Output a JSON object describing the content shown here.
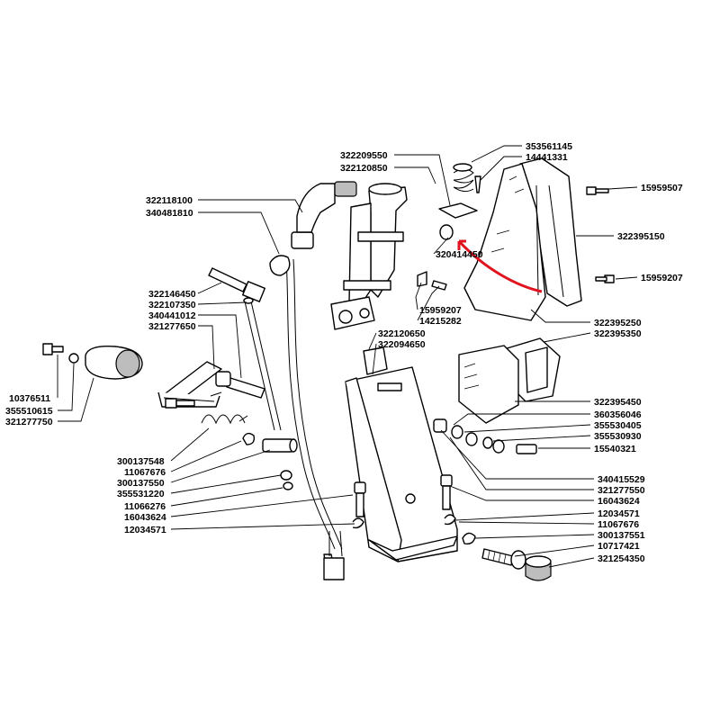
{
  "parts": [
    {
      "id": "p1",
      "number": "322209550"
    },
    {
      "id": "p2",
      "number": "322120850"
    },
    {
      "id": "p3",
      "number": "353561145"
    },
    {
      "id": "p4",
      "number": "14441331"
    },
    {
      "id": "p5",
      "number": "15959507"
    },
    {
      "id": "p6",
      "number": "322118100"
    },
    {
      "id": "p7",
      "number": "340481810"
    },
    {
      "id": "p8",
      "number": "322395150"
    },
    {
      "id": "p9",
      "number": "320414450"
    },
    {
      "id": "p10",
      "number": "15959207"
    },
    {
      "id": "p11",
      "number": "15959207"
    },
    {
      "id": "p12",
      "number": "14215282"
    },
    {
      "id": "p13",
      "number": "322146450"
    },
    {
      "id": "p14",
      "number": "322107350"
    },
    {
      "id": "p15",
      "number": "340441012"
    },
    {
      "id": "p16",
      "number": "321277650"
    },
    {
      "id": "p17",
      "number": "322395250"
    },
    {
      "id": "p18",
      "number": "322395350"
    },
    {
      "id": "p19",
      "number": "322120650"
    },
    {
      "id": "p20",
      "number": "322094650"
    },
    {
      "id": "p21",
      "number": "10376511"
    },
    {
      "id": "p22",
      "number": "355510615"
    },
    {
      "id": "p23",
      "number": "321277750"
    },
    {
      "id": "p24",
      "number": "322395450"
    },
    {
      "id": "p25",
      "number": "360356046"
    },
    {
      "id": "p26",
      "number": "355530405"
    },
    {
      "id": "p27",
      "number": "355530930"
    },
    {
      "id": "p28",
      "number": "15540321"
    },
    {
      "id": "p29",
      "number": "300137548"
    },
    {
      "id": "p30",
      "number": "11067676"
    },
    {
      "id": "p31",
      "number": "300137550"
    },
    {
      "id": "p32",
      "number": "355531220"
    },
    {
      "id": "p33",
      "number": "11066276"
    },
    {
      "id": "p34",
      "number": "16043624"
    },
    {
      "id": "p35",
      "number": "12034571"
    },
    {
      "id": "p36",
      "number": "340415529"
    },
    {
      "id": "p37",
      "number": "321277550"
    },
    {
      "id": "p38",
      "number": "16043624"
    },
    {
      "id": "p39",
      "number": "12034571"
    },
    {
      "id": "p40",
      "number": "11067676"
    },
    {
      "id": "p41",
      "number": "300137551"
    },
    {
      "id": "p42",
      "number": "10717421"
    },
    {
      "id": "p43",
      "number": "321254350"
    }
  ],
  "highlight_color": "#e0141e"
}
